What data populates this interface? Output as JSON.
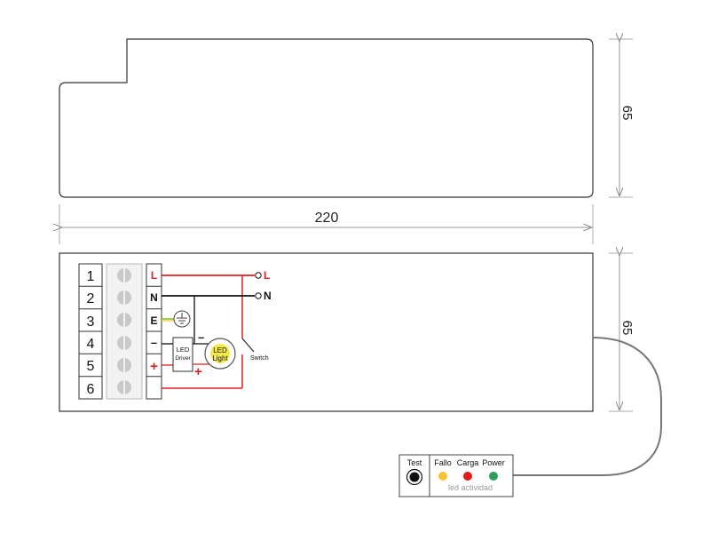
{
  "dimensions": {
    "width_label": "220",
    "height_label_top": "65",
    "height_label_bottom": "65"
  },
  "terminal_numbers": [
    "1",
    "2",
    "3",
    "4",
    "5",
    "6"
  ],
  "terminal_labels": [
    "L",
    "N",
    "E",
    "–",
    "+",
    ""
  ],
  "wiring": {
    "line_label": "L",
    "neutral_label": "N",
    "driver_label_1": "LED",
    "driver_label_2": "Driver",
    "light_label_1": "LED",
    "light_label_2": "Light",
    "switch_label": "Switch",
    "driver_minus": "–",
    "driver_plus": "+",
    "line_color": "#e02020",
    "neutral_color": "#111111",
    "earth_color": "#8bbf2a",
    "led_fill": "#f4ea4a"
  },
  "indicator_panel": {
    "test_label": "Test",
    "leds": [
      {
        "label": "Fallo",
        "color": "#f7c531"
      },
      {
        "label": "Carga",
        "color": "#e21b1b"
      },
      {
        "label": "Power",
        "color": "#2f9e5d"
      }
    ],
    "caption": "led actividad"
  }
}
